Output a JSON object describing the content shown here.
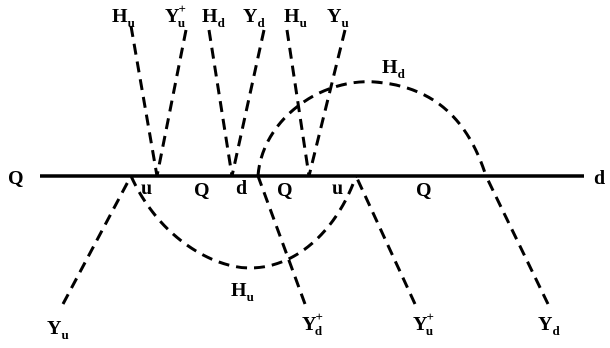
{
  "ends": {
    "left": "Q",
    "right": "d"
  },
  "line_labels": [
    {
      "main": "u"
    },
    {
      "main": "Q"
    },
    {
      "main": "d"
    },
    {
      "main": "Q"
    },
    {
      "main": "u"
    },
    {
      "main": "Q"
    }
  ],
  "top_labels": [
    {
      "main": "H",
      "sub": "u",
      "sup": ""
    },
    {
      "main": "Y",
      "sub": "u",
      "sup": "+"
    },
    {
      "main": "H",
      "sub": "d",
      "sup": ""
    },
    {
      "main": "Y",
      "sub": "d",
      "sup": ""
    },
    {
      "main": "H",
      "sub": "u",
      "sup": ""
    },
    {
      "main": "Y",
      "sub": "u",
      "sup": ""
    }
  ],
  "arc_labels": {
    "upper": {
      "main": "H",
      "sub": "d"
    },
    "lower": {
      "main": "H",
      "sub": "u"
    }
  },
  "bottom_labels": [
    {
      "main": "Y",
      "sub": "u",
      "sup": ""
    },
    {
      "main": "Y",
      "sub": "d",
      "sup": "+"
    },
    {
      "main": "Y",
      "sub": "u",
      "sup": "+"
    },
    {
      "main": "Y",
      "sub": "d",
      "sup": ""
    }
  ]
}
